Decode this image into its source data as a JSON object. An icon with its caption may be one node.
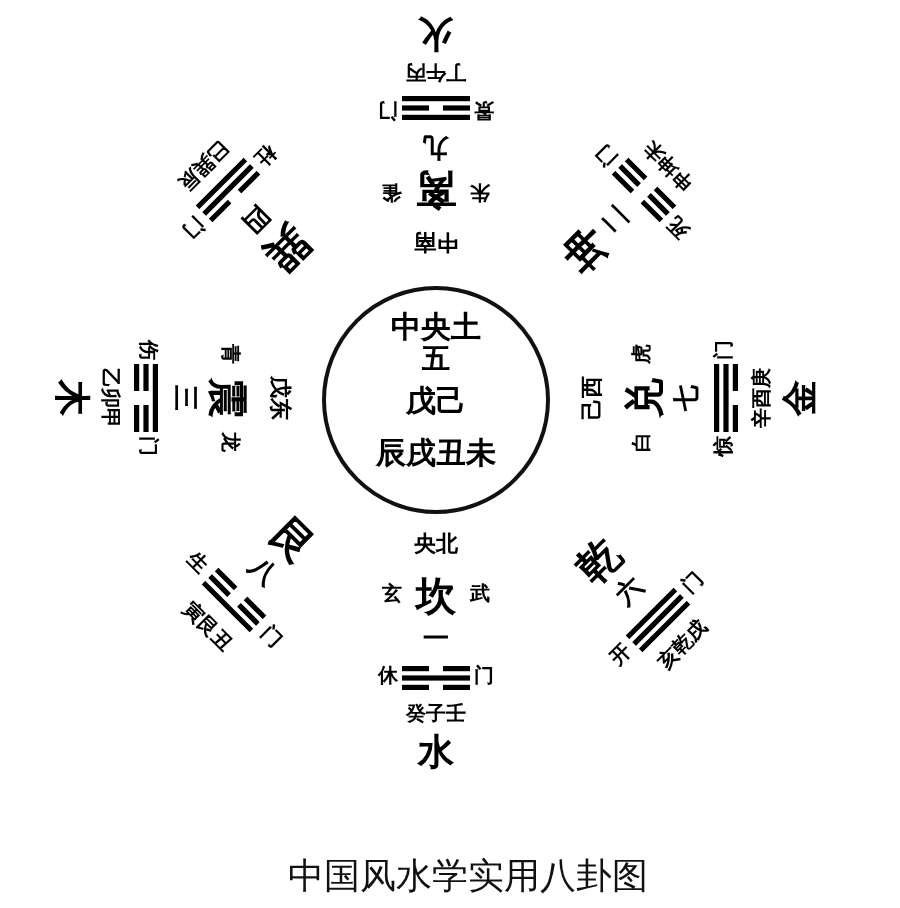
{
  "diagram": {
    "caption": "中国风水学实用八卦图",
    "nodes": [
      {
        "text": [
          "中央土",
          "五",
          "戊己",
          "辰戌丑未"
        ]
      }
    ],
    "labels": [
      "火",
      "丁午丙",
      "门",
      "景",
      "九",
      "雀",
      "离",
      "朱",
      "中南",
      "巳巽辰",
      "杜",
      "门",
      "四",
      "巽",
      "门",
      "申坤未",
      "坤",
      "二",
      "死",
      "伤",
      "青",
      "木",
      "乙卯甲",
      "三",
      "震",
      "戊东",
      "门",
      "龙",
      "虎",
      "门",
      "己西",
      "兑",
      "七",
      "辛酉庚",
      "金",
      "白",
      "惊",
      "生",
      "八",
      "艮",
      "寅艮丑",
      "门",
      "乾",
      "六",
      "门",
      "开",
      "亥乾戌",
      "央北",
      "玄",
      "坎",
      "武",
      "一",
      "休",
      "门",
      "癸子壬",
      "水"
    ]
  }
}
